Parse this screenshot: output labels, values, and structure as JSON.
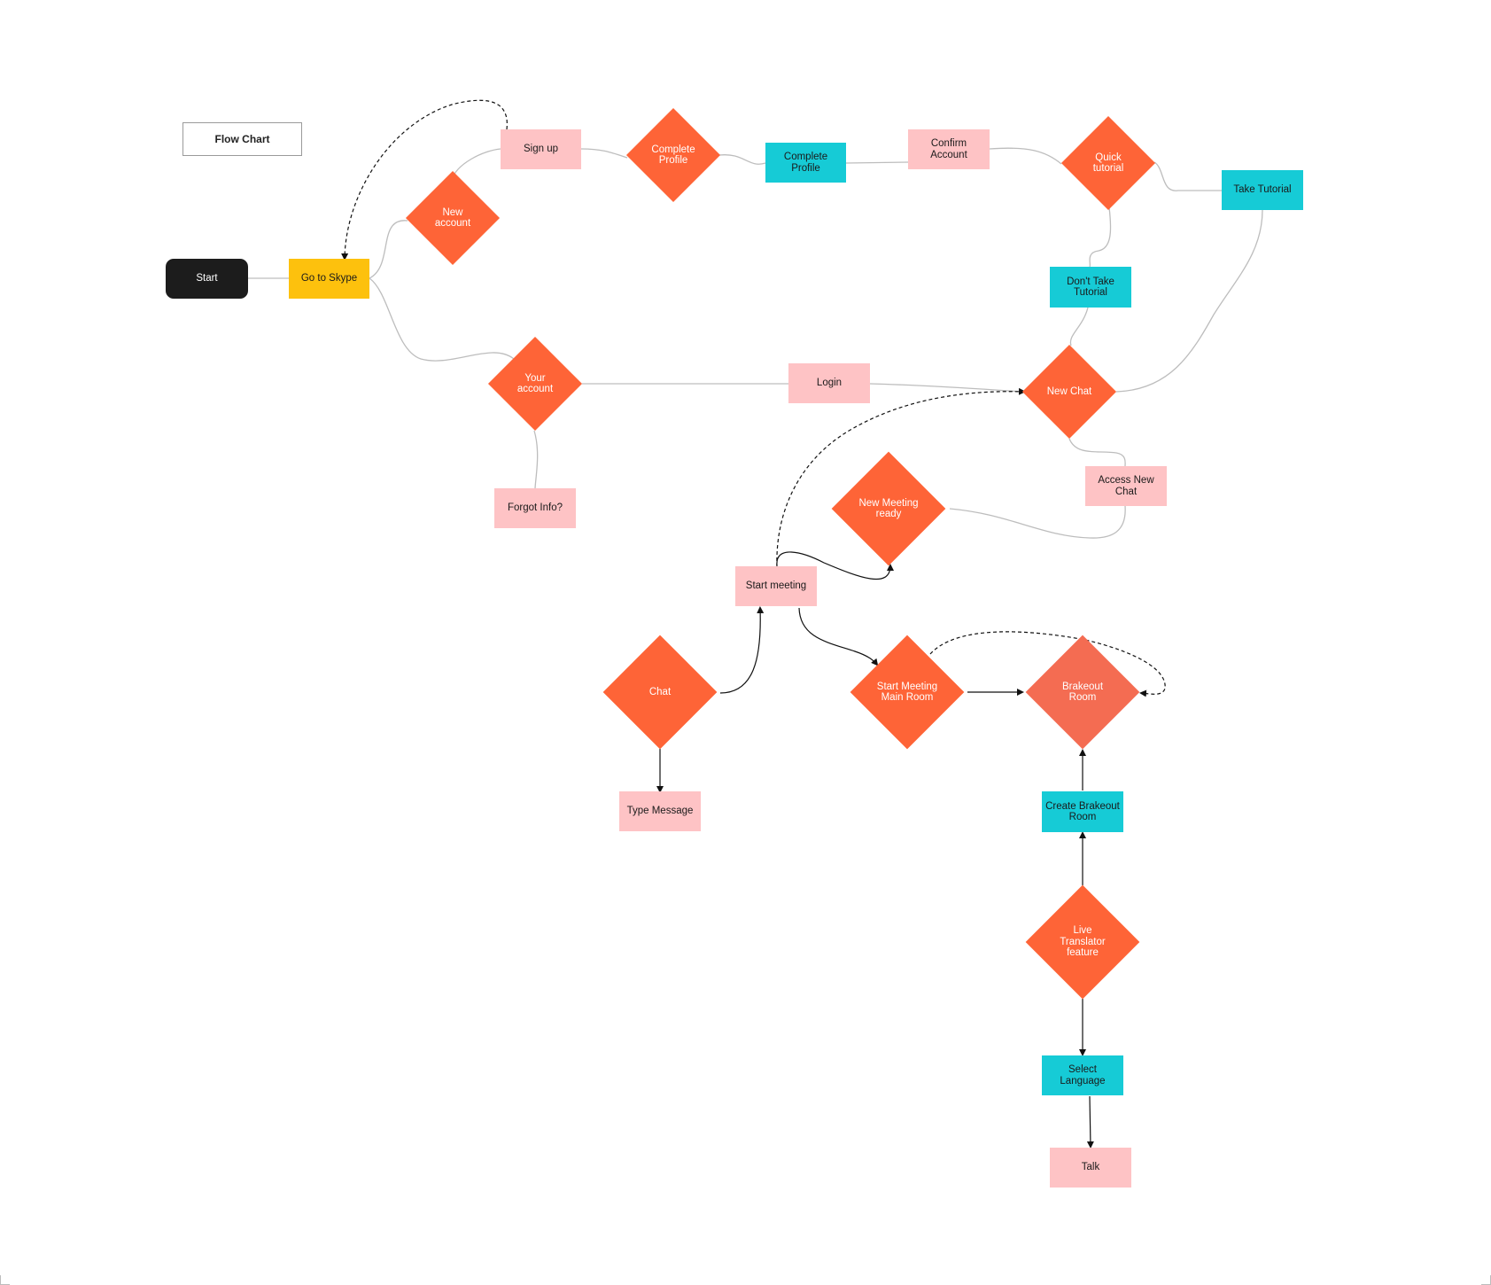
{
  "title": "Flow Chart",
  "nodes": {
    "start": "Start",
    "go_to_skype": "Go to Skype",
    "new_account": "New\naccount",
    "sign_up": "Sign up",
    "complete_profile_decision": "Complete\nProfile",
    "complete_profile": "Complete Profile",
    "confirm_account": "Confirm Account",
    "quick_tutorial": "Quick\ntutorial",
    "take_tutorial": "Take Tutorial",
    "dont_take_tutorial": "Don't Take\nTutorial",
    "your_account": "Your\naccount",
    "login": "Login",
    "new_chat": "New Chat",
    "forgot_info": "Forgot Info?",
    "access_new_chat": "Access New\nChat",
    "new_meeting_ready": "New Meeting\nready",
    "start_meeting": "Start meeting",
    "chat": "Chat",
    "type_message": "Type Message",
    "start_meeting_main_room": "Start Meeting\nMain Room",
    "brakeout_room": "Brakeout\nRoom",
    "create_brakeout_room": "Create Brakeout\nRoom",
    "live_translator": "Live\nTranslator\nfeature",
    "select_language": "Select Language",
    "talk": "Talk"
  },
  "colors": {
    "start": "#1c1c1c",
    "yellow": "#fdc10d",
    "pink": "#fec3c5",
    "teal": "#16cbd6",
    "orange": "#fe6437",
    "orange_light": "#f46c52",
    "connector": "#bdbdbd",
    "arrow": "#111111"
  }
}
